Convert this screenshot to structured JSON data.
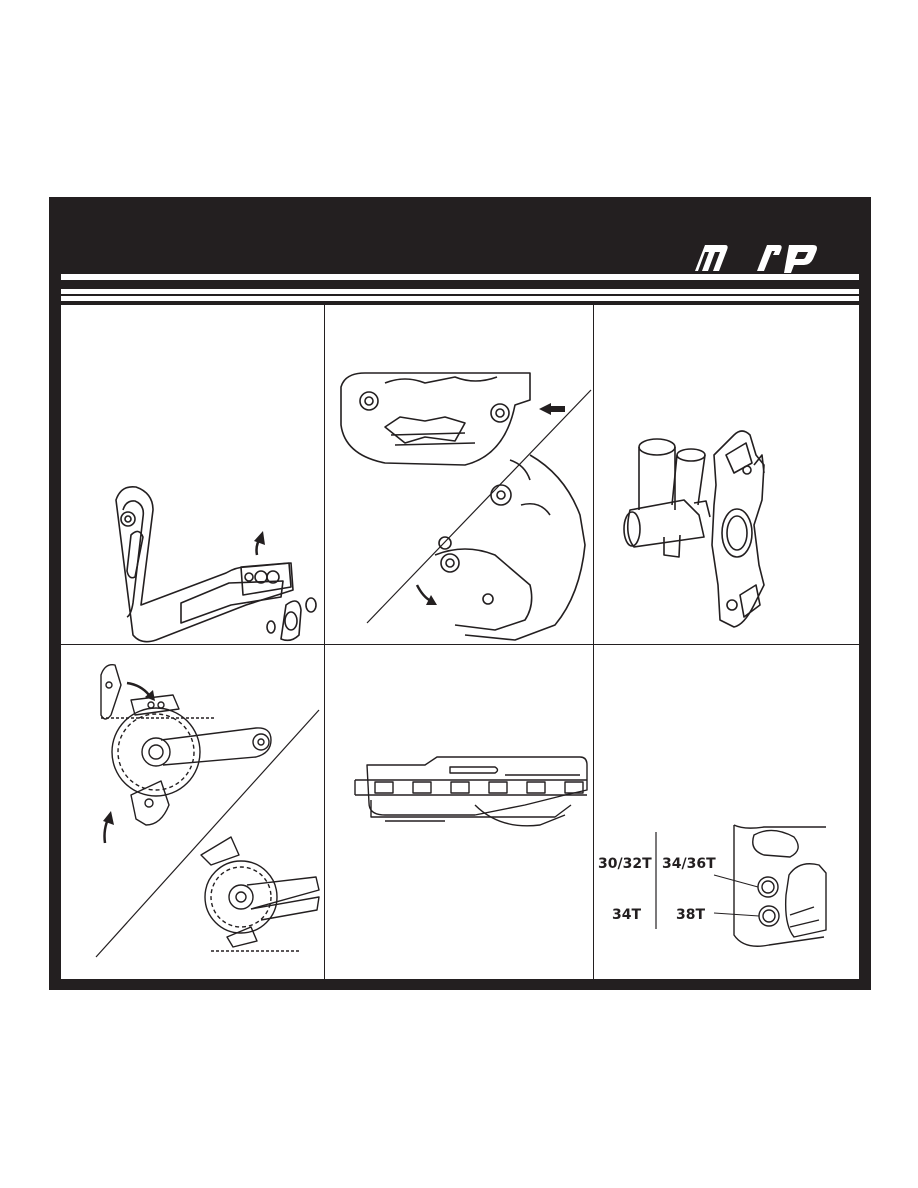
{
  "brand": {
    "logo_text": "mrp"
  },
  "colors": {
    "sheet": "#231f20",
    "stripe": "#ffffff",
    "panel": "#ffffff",
    "ink": "#231f20"
  },
  "panels": [
    {
      "id": "step-1",
      "icon": "chainguide-upper-arm-icon",
      "arrows": [
        "arrow-up-icon"
      ]
    },
    {
      "id": "step-2",
      "icon": "guide-skid-plate-icon",
      "arrows": [
        "arrow-left-icon",
        "arrow-down-icon"
      ]
    },
    {
      "id": "step-3",
      "icon": "frame-mount-icon",
      "arrows": []
    },
    {
      "id": "step-4",
      "icon": "crankset-install-icon",
      "arrows": [
        "arrow-down-right-icon",
        "arrow-up-icon"
      ]
    },
    {
      "id": "step-5",
      "icon": "chain-side-view-icon",
      "arrows": []
    },
    {
      "id": "step-6",
      "icon": "ring-size-position-icon",
      "arrows": []
    }
  ],
  "ring_sizes": {
    "upper_left": "30/32T",
    "upper_right": "34/36T",
    "lower_left": "34T",
    "lower_right": "38T"
  }
}
